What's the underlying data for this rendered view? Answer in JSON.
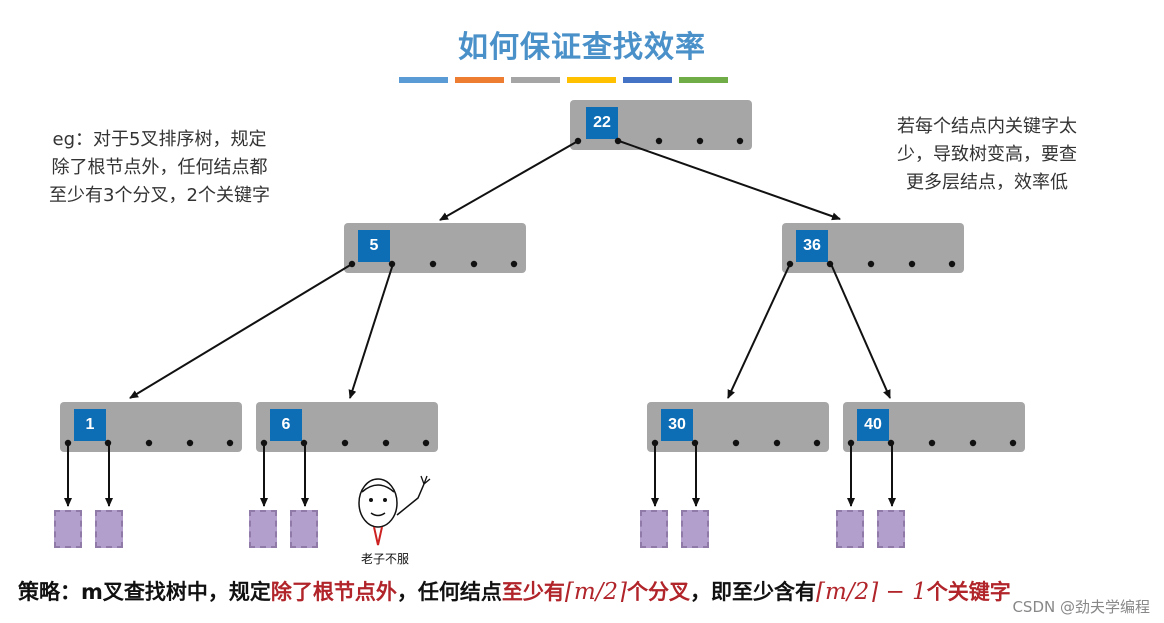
{
  "title": "如何保证查找效率",
  "title_bar_colors": [
    "#5b9bd5",
    "#ed7d31",
    "#a5a5a5",
    "#ffc000",
    "#4472c4",
    "#70ad47"
  ],
  "note_left": [
    "eg：对于5叉排序树，规定",
    "除了根节点外，任何结点都",
    "至少有3个分叉，2个关键字"
  ],
  "note_right": [
    "若每个结点内关键字太",
    "少，导致树变高，要查",
    "更多层结点，效率低"
  ],
  "tree": {
    "root": {
      "key": "22"
    },
    "level1": [
      {
        "key": "5"
      },
      {
        "key": "36"
      }
    ],
    "level2": [
      {
        "key": "1"
      },
      {
        "key": "6"
      },
      {
        "key": "30"
      },
      {
        "key": "40"
      }
    ]
  },
  "meme_caption": "老子不服",
  "strategy": {
    "part1": "策略：m叉查找树中，规定",
    "part2": "除了根节点外",
    "part3": "，任何结点",
    "part4": "至少有",
    "math1": "⌈m/2⌉",
    "part5": "个分叉",
    "part6": "，即至少含有",
    "math2": "⌈m/2⌉ − 1",
    "part7": "个关键字"
  },
  "watermark": "CSDN @劲夫学编程"
}
